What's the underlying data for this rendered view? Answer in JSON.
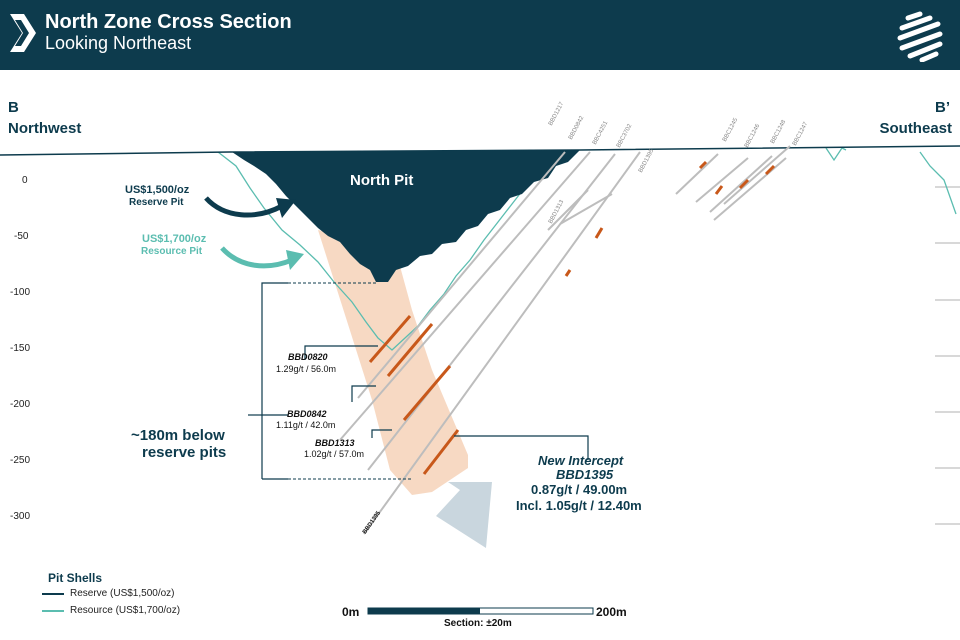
{
  "header": {
    "title": "North Zone Cross Section",
    "subtitle": "Looking Northeast"
  },
  "section": {
    "left_letter": "B",
    "left_direction": "Northwest",
    "right_letter": "B’",
    "right_direction": "Southeast"
  },
  "y_axis": {
    "ticks": [
      "0",
      "-50",
      "-100",
      "-150",
      "-200",
      "-250",
      "-300"
    ]
  },
  "pit": {
    "label": "North Pit",
    "reserve_label_1": "US$1,500/oz",
    "reserve_label_2": "Reserve Pit",
    "resource_label_1": "US$1,700/oz",
    "resource_label_2": "Resource Pit"
  },
  "depth_annotation": {
    "line1": "~180m below",
    "line2": "reserve pits"
  },
  "intercepts": [
    {
      "hole": "BBD0820",
      "grade": "1.29g/t  / 56.0m"
    },
    {
      "hole": "BBD0842",
      "grade": "1.11g/t  / 42.0m"
    },
    {
      "hole": "BBD1313",
      "grade": "1.02g/t  / 57.0m"
    }
  ],
  "new_intercept": {
    "line1": "New Intercept",
    "line2": "BBD1395",
    "line3": "0.87g/t / 49.00m",
    "line4": "Incl. 1.05g/t / 12.40m"
  },
  "collar_labels": [
    "BBD1217",
    "BBD0842",
    "BBC4251",
    "BBC3702",
    "BBD1395",
    "BBD1313",
    "BBC1245",
    "BBC1246",
    "BBC1248",
    "BBC1247",
    "BBD1395"
  ],
  "legend": {
    "title": "Pit Shells",
    "items": [
      {
        "label": "Reserve (US$1,500/oz)",
        "color": "#0d3b4d"
      },
      {
        "label": "Resource (US$1,700/oz)",
        "color": "#5bbdb0"
      }
    ]
  },
  "scale_bar": {
    "left_label": "0m",
    "right_label": "200m",
    "note": "Section: ±20m"
  },
  "colors": {
    "navy": "#0d3b4d",
    "teal": "#5bbdb0",
    "ore_zone": "#f6d2b8",
    "assay": "#c8581a",
    "arrow": "#c9d6de"
  }
}
